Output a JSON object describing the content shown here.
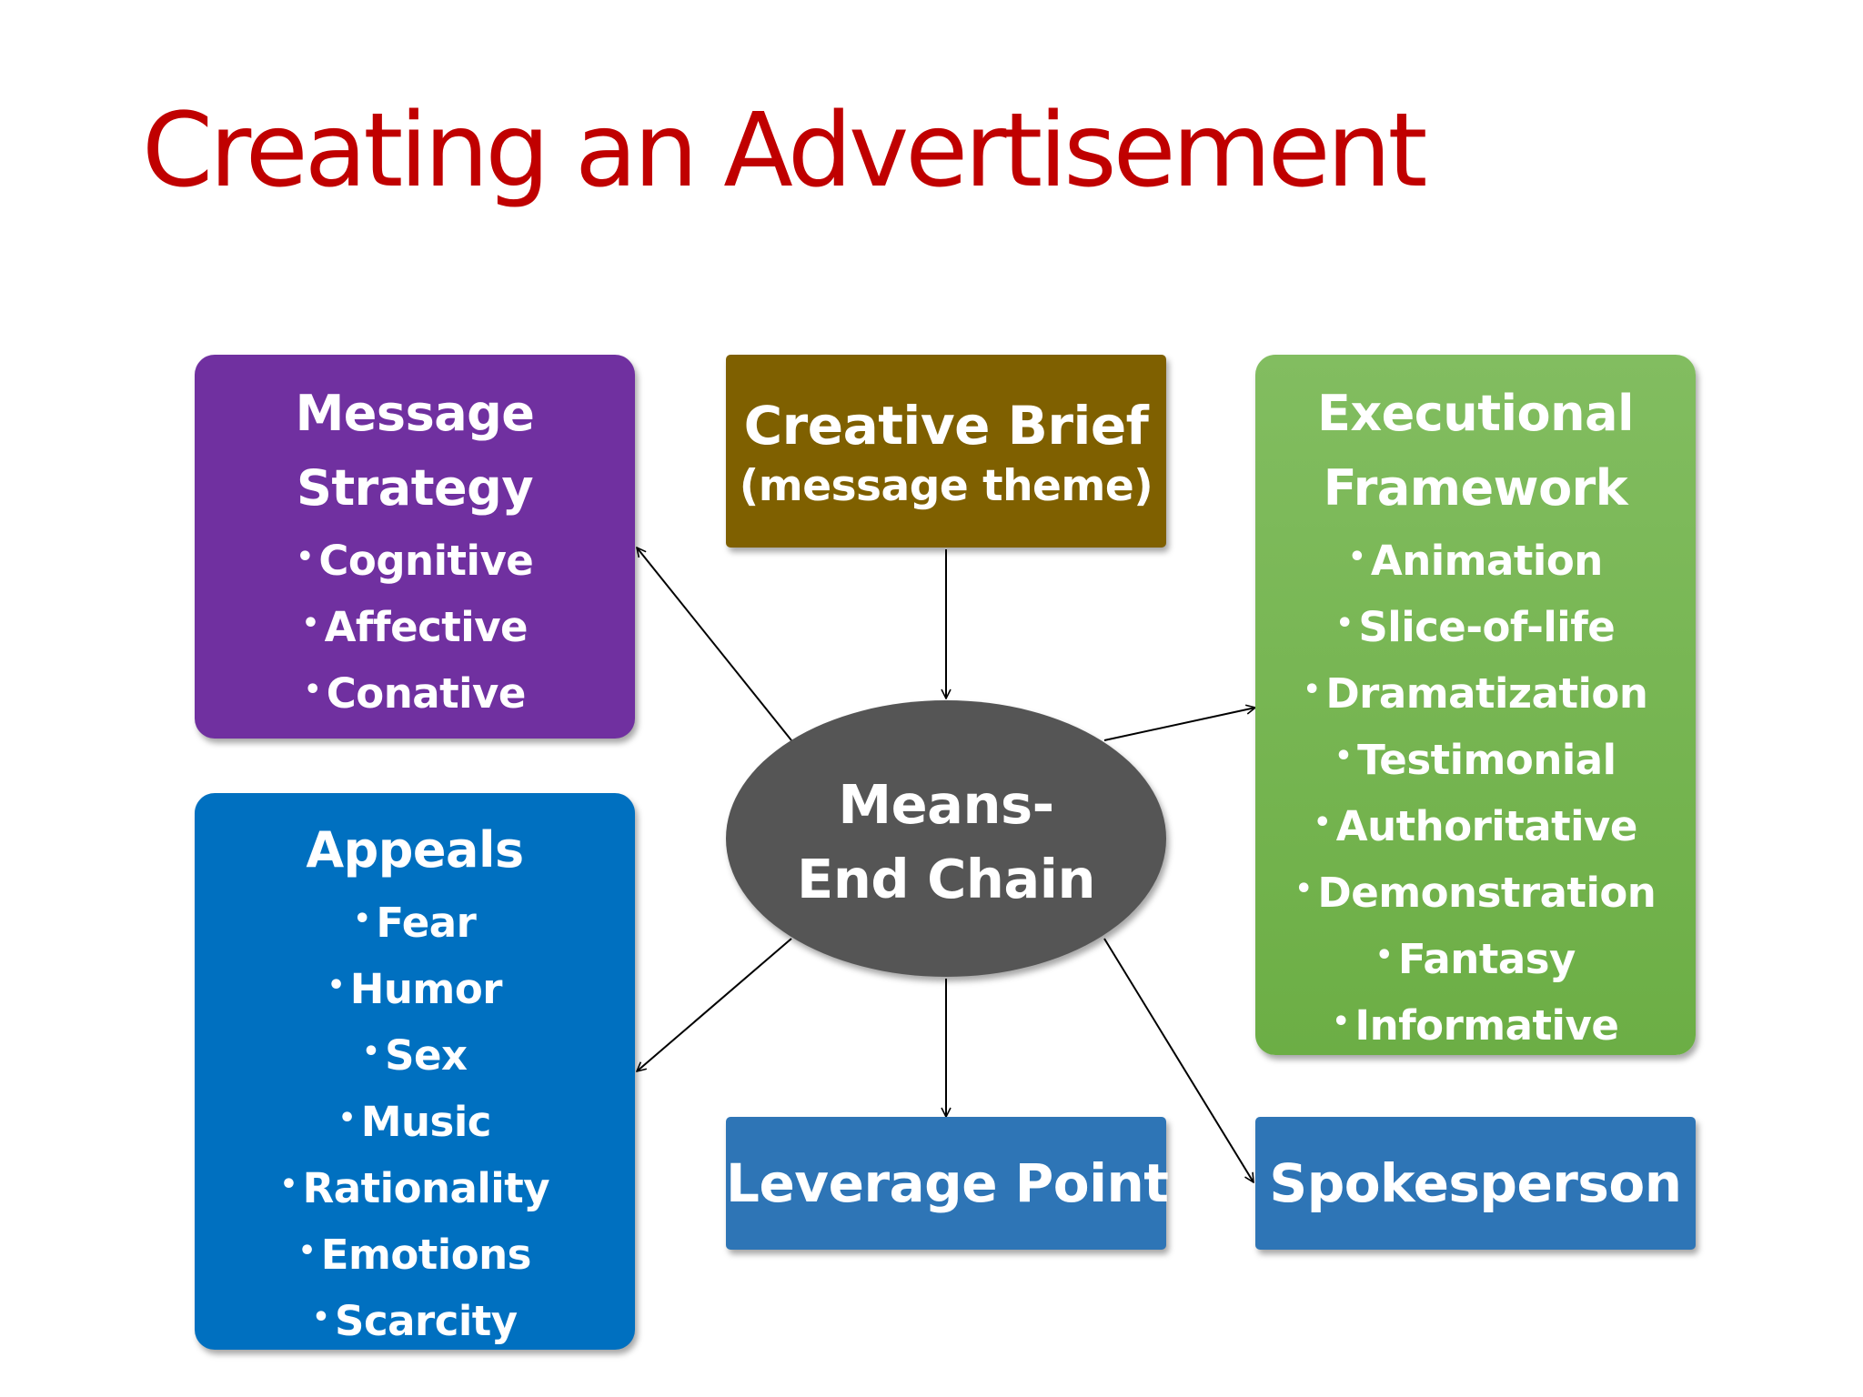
{
  "title": "Creating an Advertisement",
  "boxes": {
    "message_strategy": {
      "heading_line1": "Message",
      "heading_line2": "Strategy",
      "items": [
        "Cognitive",
        "Affective",
        "Conative"
      ],
      "color": "#7030a0"
    },
    "creative_brief": {
      "title": "Creative Brief",
      "subtitle": "(message theme)",
      "color": "#7f6000"
    },
    "executional_framework": {
      "heading_line1": "Executional",
      "heading_line2": "Framework",
      "items": [
        "Animation",
        "Slice-of-life",
        "Dramatization",
        "Testimonial",
        "Authoritative",
        "Demonstration",
        "Fantasy",
        "Informative"
      ],
      "color": "#70ad47"
    },
    "appeals": {
      "heading": "Appeals",
      "items": [
        "Fear",
        "Humor",
        "Sex",
        "Music",
        "Rationality",
        "Emotions",
        "Scarcity"
      ],
      "color": "#0070c0"
    },
    "means_end_chain": {
      "line1": "Means-",
      "line2": "End Chain",
      "color": "#555555"
    },
    "leverage_point": {
      "label": "Leverage Point",
      "color": "#2e75b6"
    },
    "spokesperson": {
      "label": "Spokesperson",
      "color": "#2e75b6"
    }
  },
  "connections": [
    {
      "from": "creative_brief",
      "to": "means_end_chain"
    },
    {
      "from": "means_end_chain",
      "to": "message_strategy"
    },
    {
      "from": "means_end_chain",
      "to": "executional_framework"
    },
    {
      "from": "means_end_chain",
      "to": "appeals"
    },
    {
      "from": "means_end_chain",
      "to": "leverage_point"
    },
    {
      "from": "means_end_chain",
      "to": "spokesperson"
    }
  ]
}
